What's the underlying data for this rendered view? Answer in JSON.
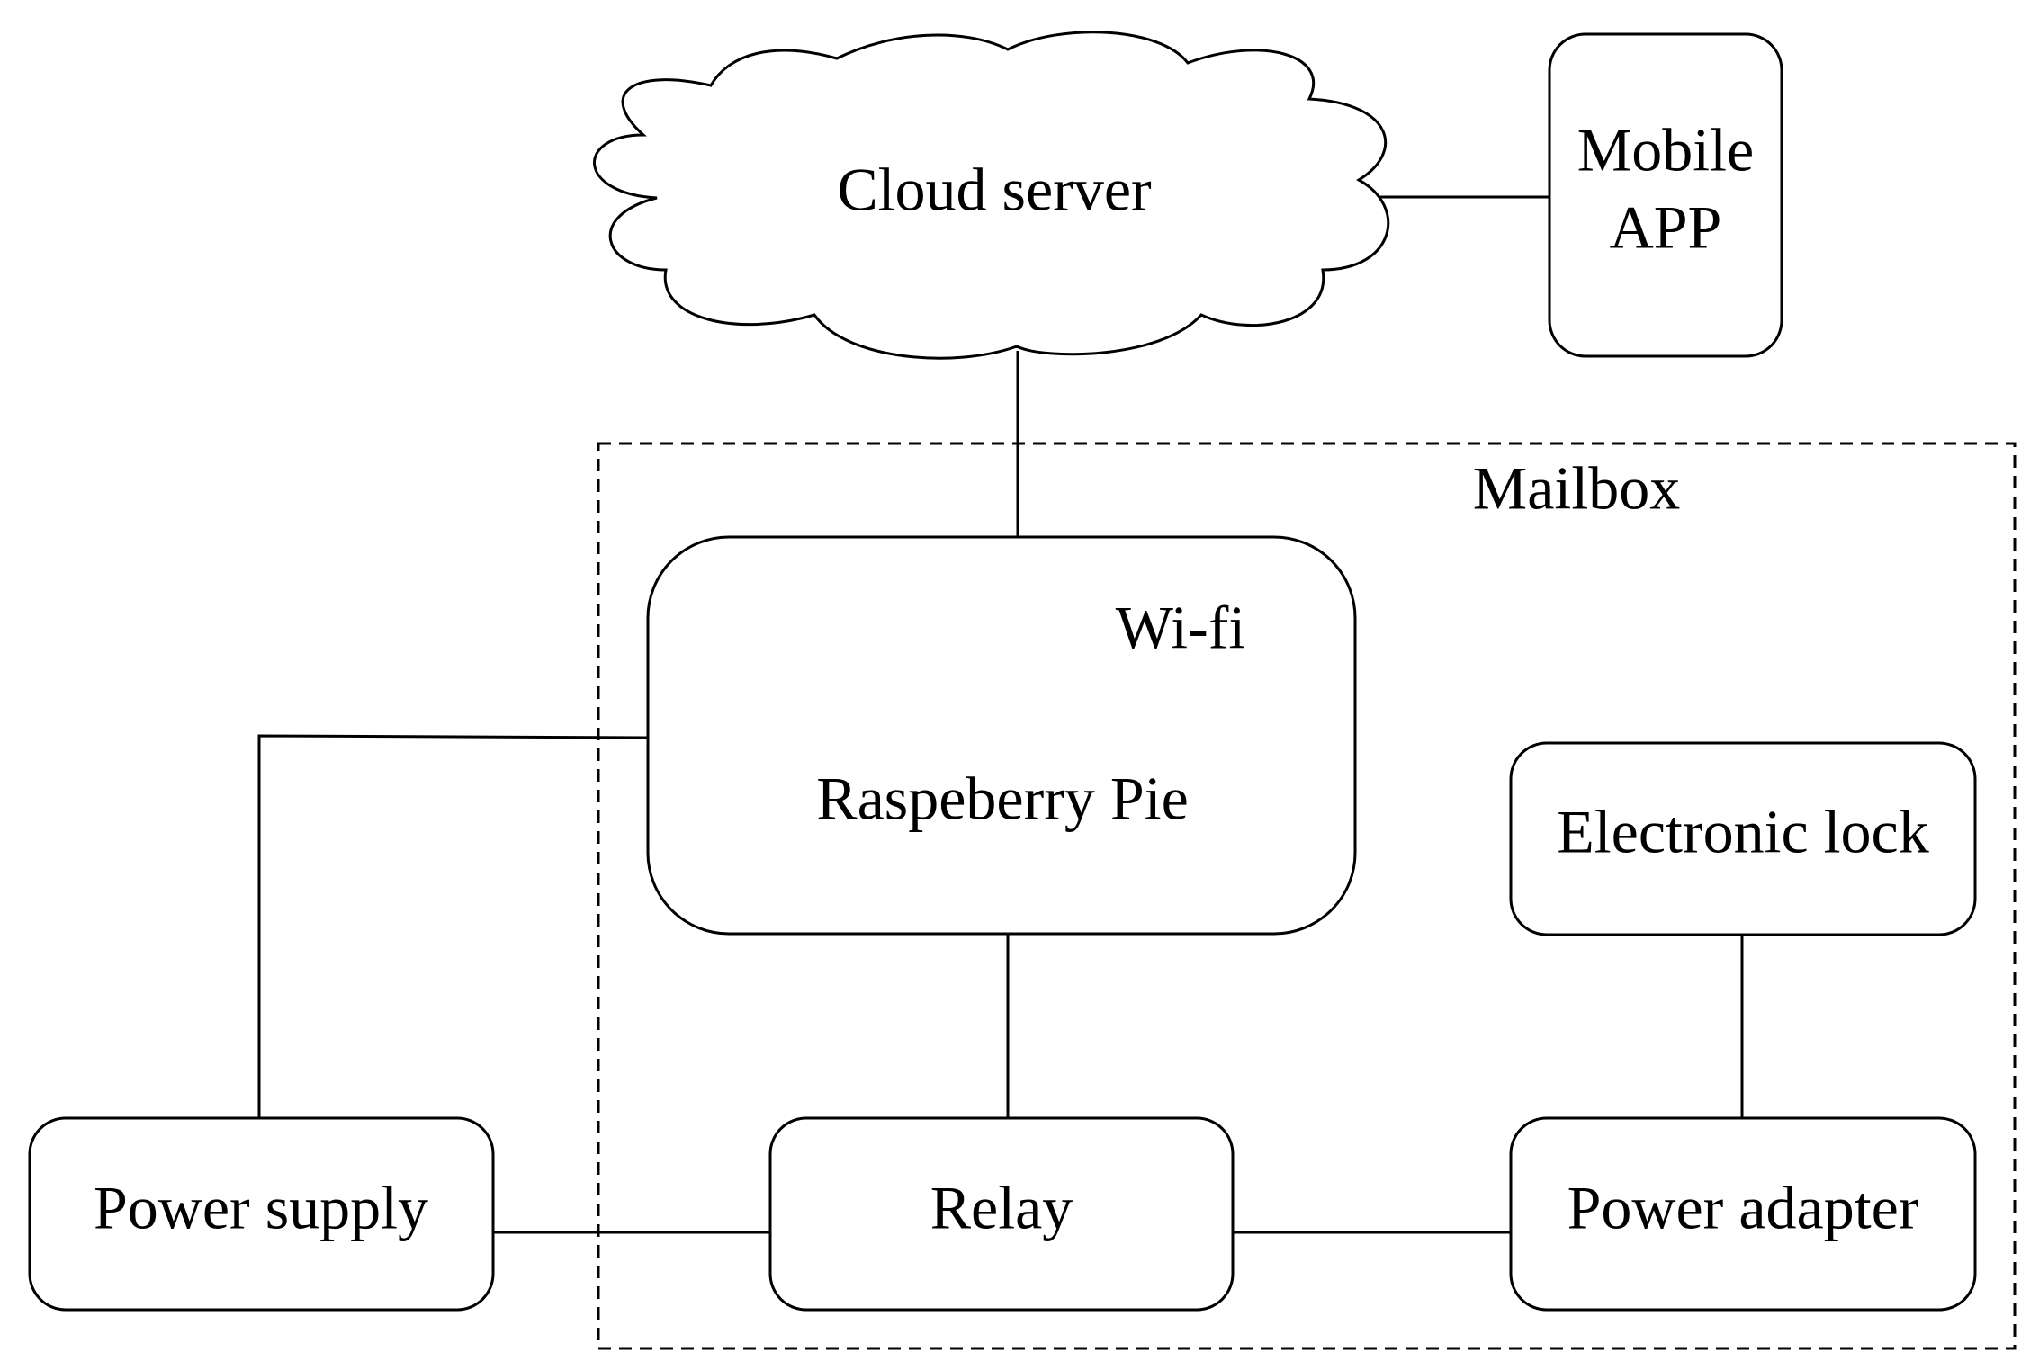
{
  "diagram": {
    "cloud": {
      "label": "Cloud server"
    },
    "mobile_app": {
      "line1": "Mobile",
      "line2": "APP"
    },
    "mailbox": {
      "label": "Mailbox"
    },
    "raspberry": {
      "wifi": "Wi-fi",
      "label": "Raspeberry Pie"
    },
    "electronic_lock": {
      "label": "Electronic lock"
    },
    "power_supply": {
      "label": "Power supply"
    },
    "relay": {
      "label": "Relay"
    },
    "power_adapter": {
      "label": "Power adapter"
    }
  }
}
